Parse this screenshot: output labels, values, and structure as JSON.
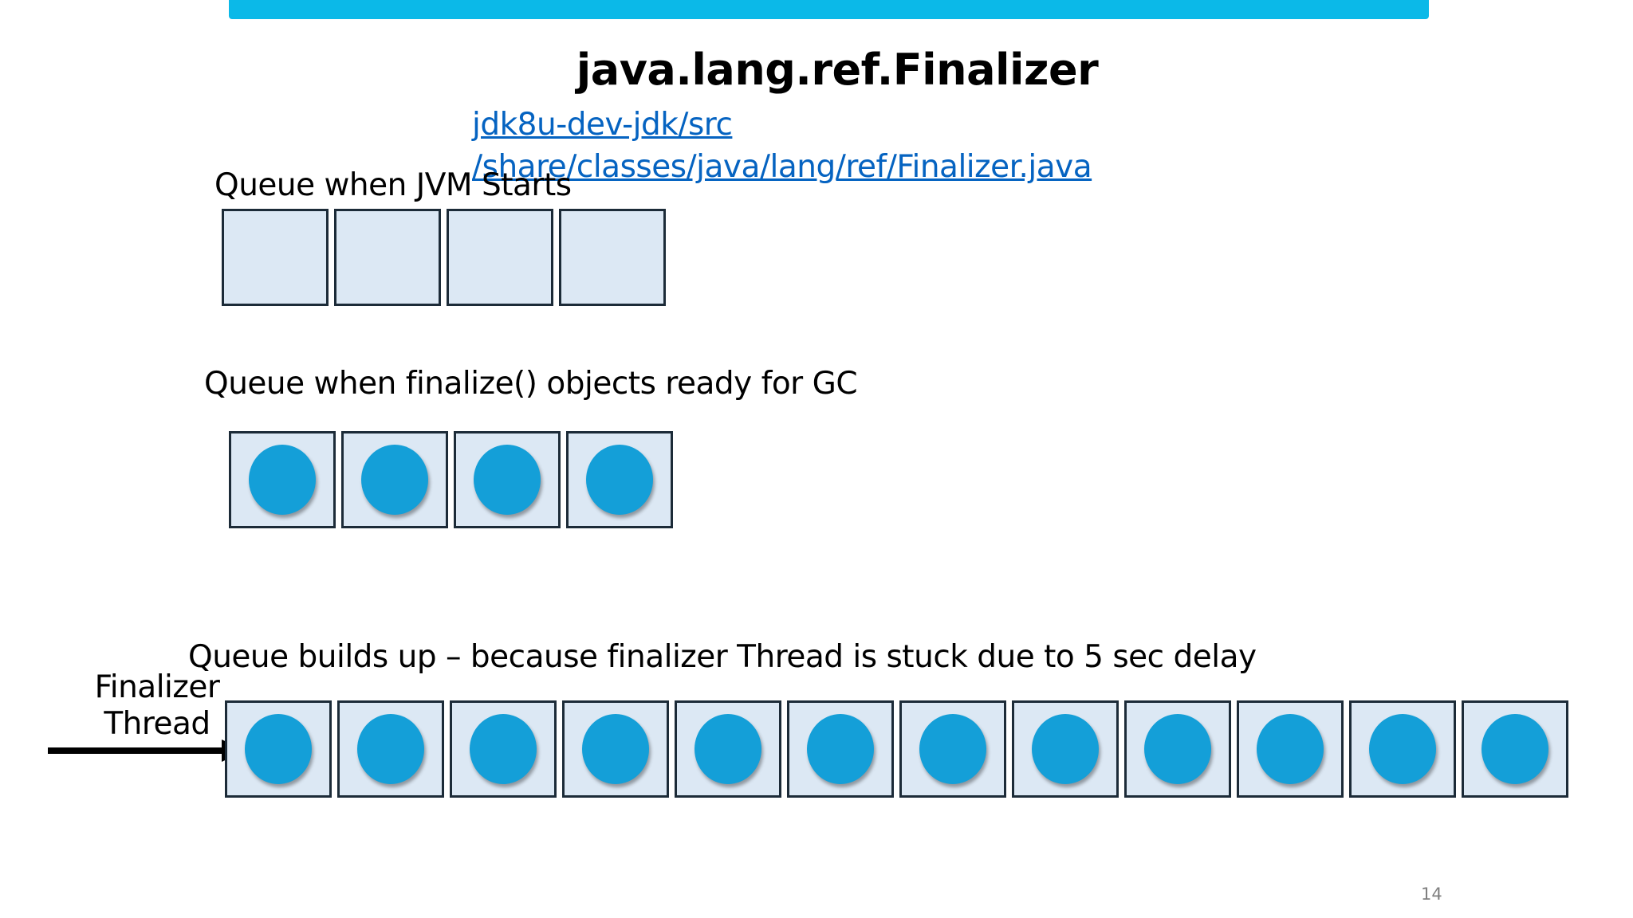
{
  "slide": {
    "title": "java.lang.ref.Finalizer",
    "link_line1": "jdk8u-dev-jdk/src",
    "link_line2": "/share/classes/java/lang/ref/Finalizer.java",
    "page_number": "14",
    "accent_color": "#0bb9e8",
    "link_color": "#0563c1"
  },
  "queues": {
    "start": {
      "label": "Queue when JVM Starts",
      "cells": 4,
      "filled": 0
    },
    "ready": {
      "label": "Queue when finalize() objects ready for GC",
      "cells": 4,
      "filled": 4
    },
    "buildup": {
      "label": "Queue builds up – because finalizer Thread is stuck due to 5 sec delay",
      "cells": 12,
      "filled": 12
    }
  },
  "thread": {
    "label_line1": "Finalizer",
    "label_line2": "Thread"
  },
  "colors": {
    "cell_fill": "#dce8f4",
    "cell_border": "#1c2b38",
    "object_fill": "#149fd8"
  }
}
